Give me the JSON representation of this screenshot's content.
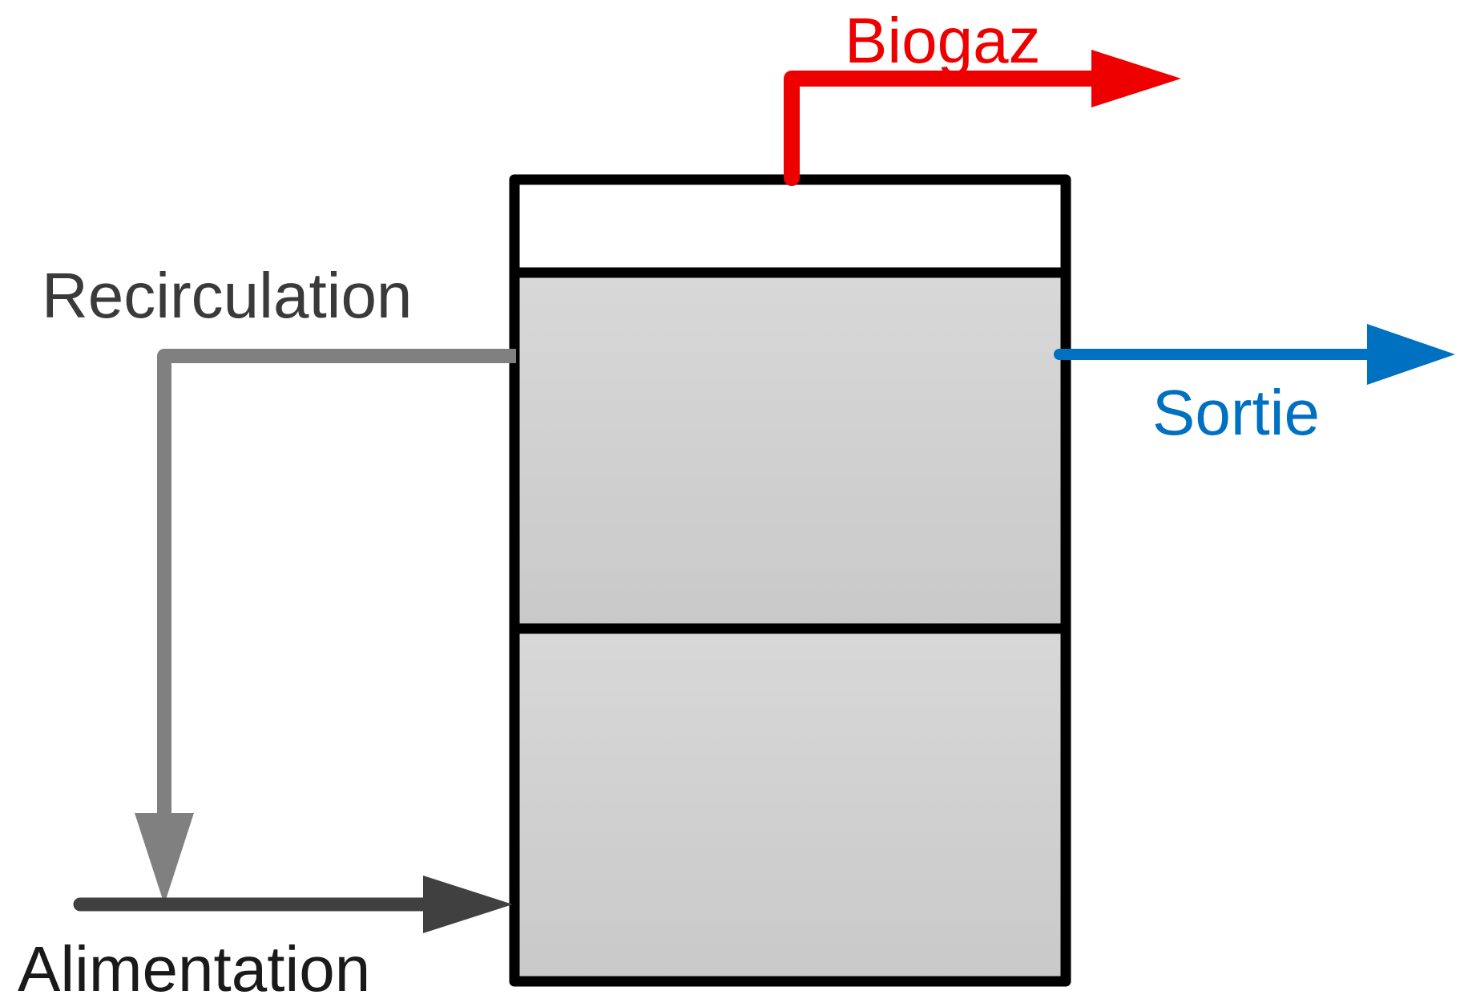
{
  "labels": {
    "biogas": "Biogaz",
    "recirculation": "Recirculation",
    "outlet": "Sortie",
    "feed": "Alimentation"
  },
  "colors": {
    "biogas": "#ee0000",
    "outlet": "#0070c0",
    "recirculation": "#808080",
    "feed": "#404040",
    "tank_outline": "#000000",
    "tank_fill": "#d3d3d3",
    "gas_space_fill": "#ffffff",
    "label_text": "#3a3a3a"
  }
}
